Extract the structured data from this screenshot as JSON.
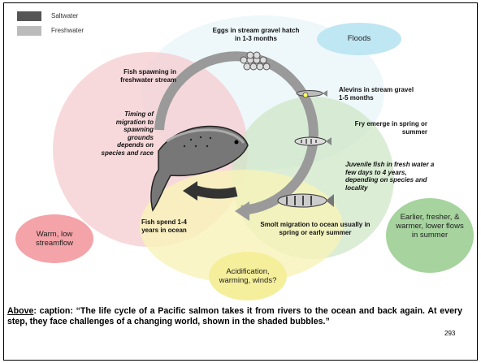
{
  "legend": {
    "saltwater_label": "Saltwater",
    "freshwater_label": "Freshwater",
    "saltwater_color": "#555555",
    "freshwater_color": "#bbbbbb"
  },
  "stages": {
    "eggs": "Eggs in stream gravel hatch in 1-3 months",
    "alevins": "Alevins in stream gravel 1-5 months",
    "fry": "Fry emerge in spring or summer",
    "juvenile": "Juvenile fish in fresh water a few days to 4 years, depending on species and locality",
    "smolt": "Smolt migration to ocean usually in spring or early summer",
    "ocean": "Fish spend 1-4 years in ocean",
    "spawning": "Fish spawning in freshwater stream",
    "timing": "Timing of migration to spawning grounds depends on species and race"
  },
  "bubbles": {
    "floods": "Floods",
    "warm_low": "Warm, low streamflow",
    "earlier_fresher": "Earlier, fresher, & warmer, lower flows in summer",
    "acidification": "Acidification, warming, winds?"
  },
  "colors": {
    "floods_bubble": "#bfe6f3",
    "pink_bubble": "#f6cccf",
    "warm_bubble": "#f4a3a8",
    "green_bubble": "#cfe7c7",
    "earlier_bubble": "#a6d39e",
    "yellow_bubble": "#f8f3b9",
    "cycle_arrow": "#999999",
    "ocean_arrow": "#333333"
  },
  "caption": {
    "lead": "Above",
    "text": ": caption: “The life cycle of a Pacific salmon takes it from rivers to the ocean and back again. At every step, they face challenges of a changing world, shown in the shaded bubbles.”"
  },
  "page_number": "293"
}
